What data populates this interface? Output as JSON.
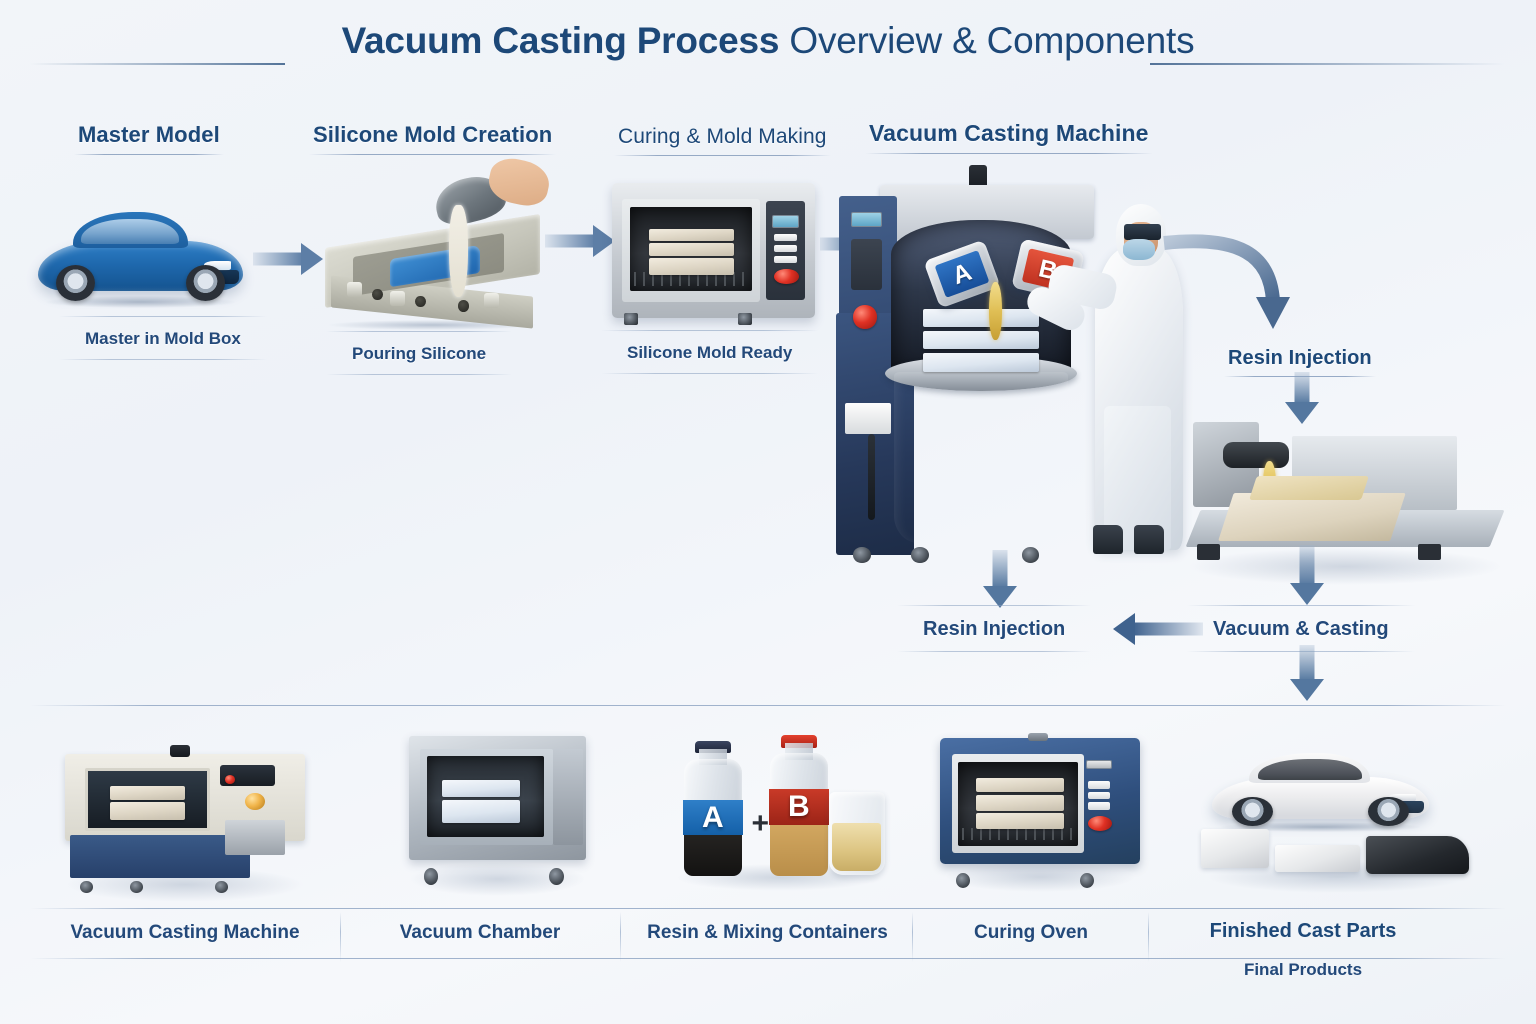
{
  "title": {
    "bold_part": "Vacuum Casting Process",
    "light_part": "Overview & Components"
  },
  "process_steps": [
    {
      "heading": "Master Model",
      "caption": "Master in Mold Box"
    },
    {
      "heading": "Silicone Mold Creation",
      "caption": "Pouring Silicone"
    },
    {
      "heading": "Curing & Mold Making",
      "caption": "Silicone Mold Ready"
    },
    {
      "heading": "Vacuum Casting Machine",
      "caption": ""
    }
  ],
  "flow_labels": {
    "resin_injection_right": "Resin Injection",
    "resin_injection_bottom": "Resin Injection",
    "vacuum_casting": "Vacuum & Casting"
  },
  "machine_containers": [
    {
      "label": "A",
      "color": "#1c5fb0"
    },
    {
      "label": "B",
      "color": "#d8422c"
    }
  ],
  "components": [
    {
      "label": "Vacuum Casting Machine",
      "sublabel": ""
    },
    {
      "label": "Vacuum Chamber",
      "sublabel": ""
    },
    {
      "label": "Resin & Mixing Containers",
      "sublabel": ""
    },
    {
      "label": "Curing Oven",
      "sublabel": ""
    },
    {
      "label": "Finished Cast Parts",
      "sublabel": "Final Products"
    }
  ],
  "resin_bottles": {
    "bottle_a": "A",
    "plus": "+",
    "bottle_b": "B"
  },
  "colors": {
    "heading_blue": "#1d4878",
    "caption_blue": "#23497a",
    "arrow_blue": "#54779f",
    "machine_navy": "#2b4269",
    "accent_red": "#d8422c",
    "accent_blue": "#1c5fb0",
    "background": "#eef2f8"
  }
}
